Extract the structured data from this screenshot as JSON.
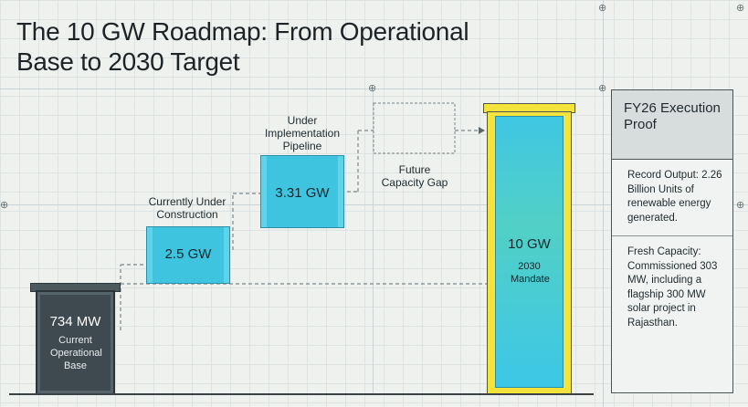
{
  "title": "The 10 GW Roadmap: From Operational Base to 2030 Target",
  "stages": {
    "base": {
      "value": "734 MW",
      "caption": "Current Operational Base"
    },
    "construction": {
      "value": "2.5 GW",
      "caption": "Currently Under Construction"
    },
    "pipeline": {
      "value": "3.31 GW",
      "caption": "Under Implementation Pipeline"
    },
    "gap": {
      "caption": "Future Capacity Gap"
    },
    "target": {
      "value": "10 GW",
      "caption": "2030 Mandate"
    }
  },
  "panel": {
    "heading": "FY26 Execution Proof",
    "blocks": [
      "Record Output: 2.26 Billion Units of renewable energy generated.",
      "Fresh Capacity: Commissioned 303 MW, including a flagship 300 MW solar project in Rajasthan."
    ]
  },
  "colors": {
    "base_dark": "#3e4a4f",
    "stage_fill": "#3ec4df",
    "stage_border": "#2b8fa8",
    "target_gradient_top": "#f3ea42",
    "target_gradient_mid": "#62d8b0",
    "target_gradient_bottom": "#35c6e6",
    "target_frame": "#f3e33a"
  }
}
